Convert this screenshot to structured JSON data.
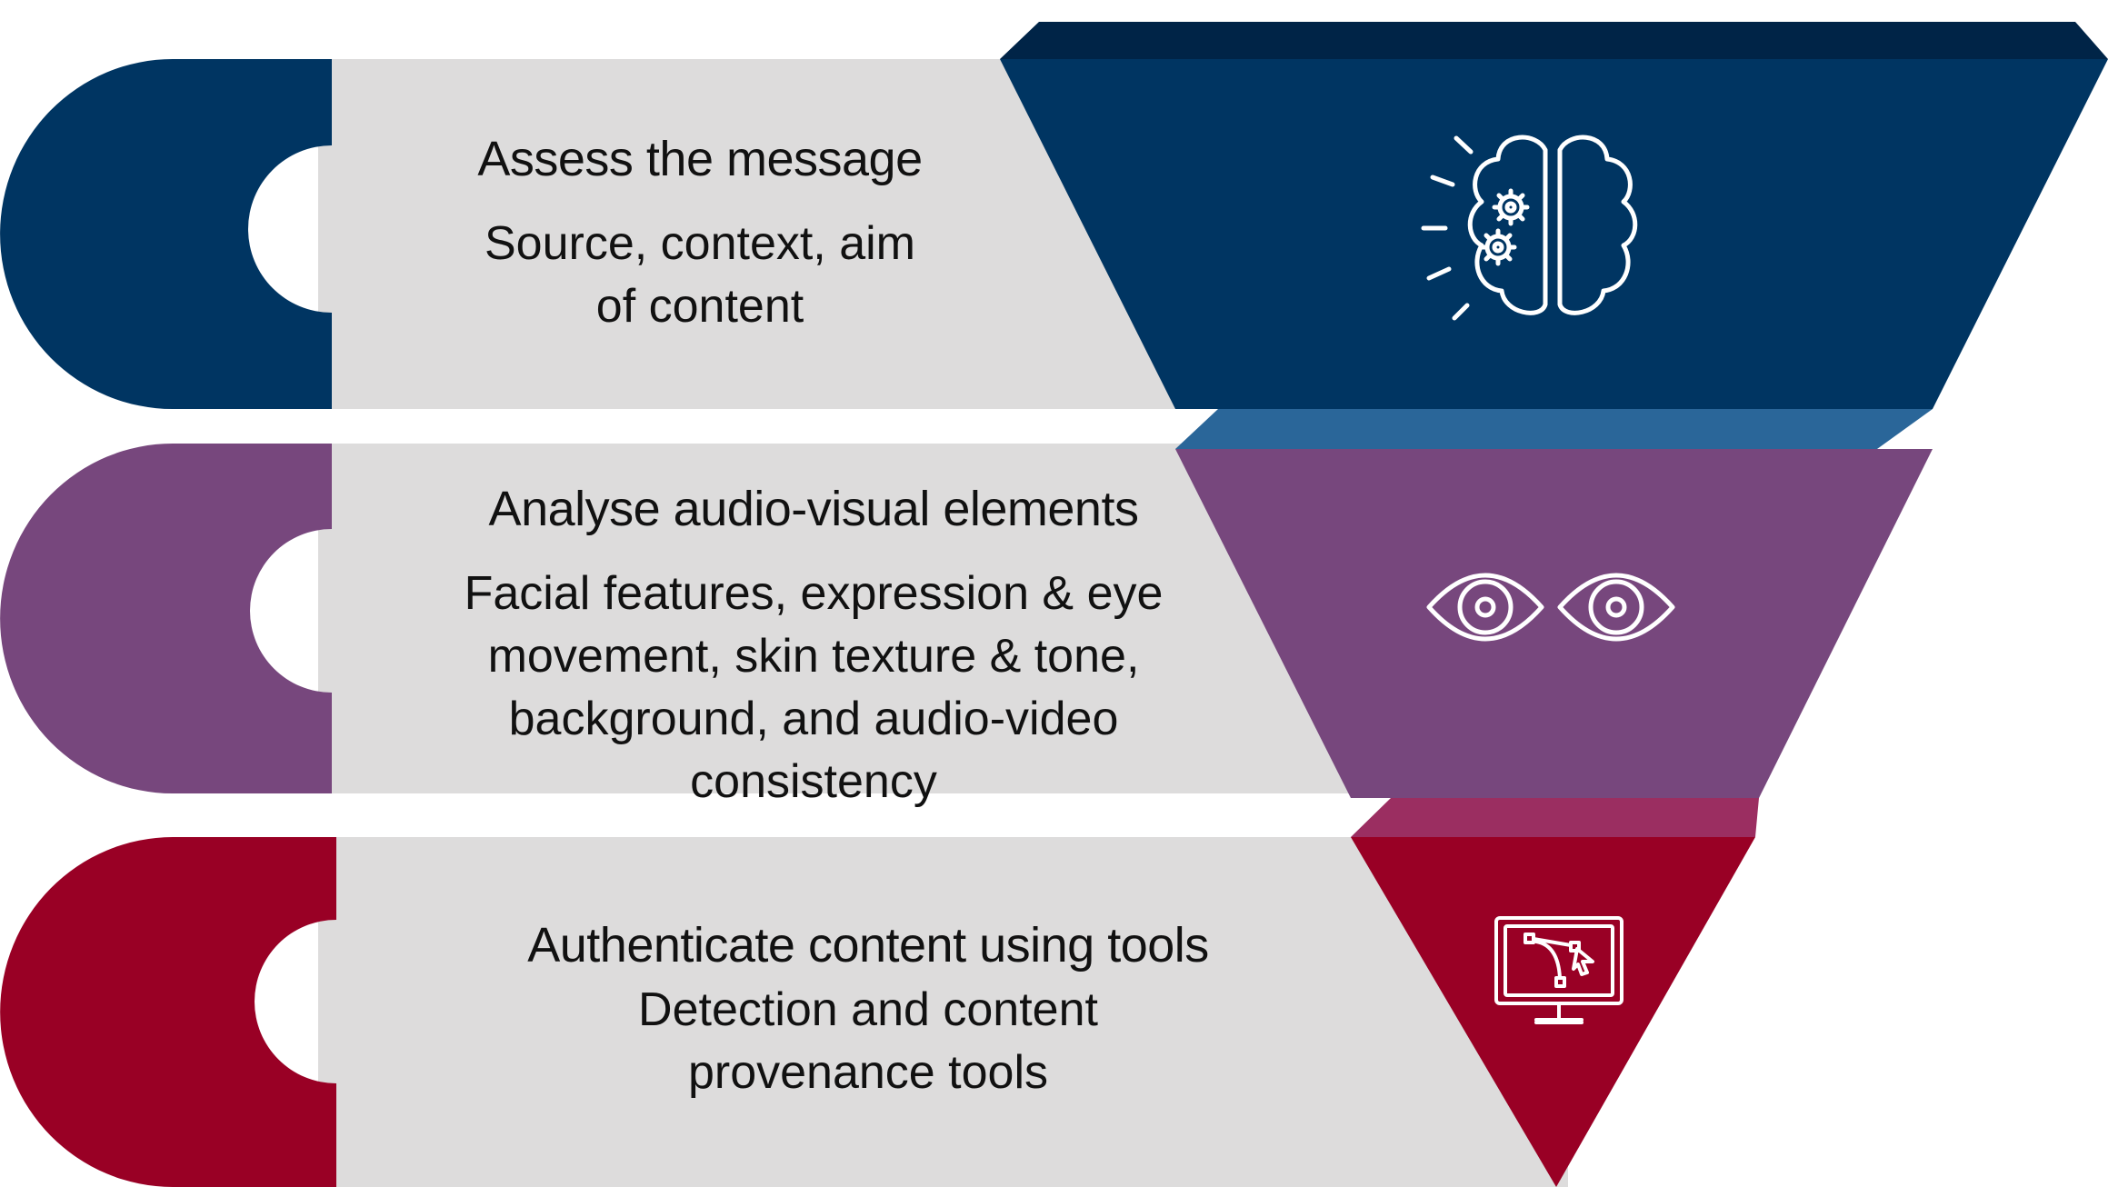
{
  "steps": [
    {
      "title": "Assess the message",
      "description": "Source, context, aim of content",
      "icon": "brain-gears-icon",
      "color": "#003562"
    },
    {
      "title": "Analyse audio-visual elements",
      "description": "Facial features, expression & eye movement, skin texture & tone, background, and audio-video consistency",
      "icon": "eyes-icon",
      "color": "#77477D"
    },
    {
      "title": "Authenticate content using tools",
      "description": "Detection and content provenance tools",
      "icon": "monitor-vector-curve-icon",
      "color": "#990025"
    }
  ],
  "colors": {
    "band": "#DDDCDC",
    "cap_top": "#002447",
    "cap_middle": "#2A6699",
    "cap_bottom": "#9B2E61",
    "icon_stroke": "#FFFFFF"
  }
}
